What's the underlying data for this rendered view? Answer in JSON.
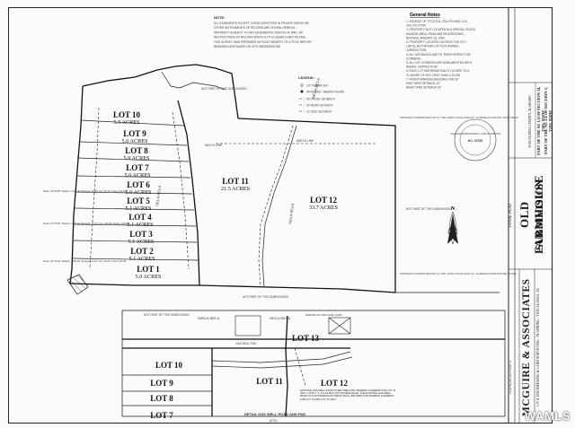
{
  "notes_heading": "NOTE:",
  "notes": [
    "ALL EASEMENTS EXCEPT THOSE IDENTIFIED IN PRIVATE DEEDS OR",
    "OTHER INSTRUMENTS OF RECORD ARE SHOWN HEREON.",
    "PROPERTY SUBJECT TO ANY EASEMENTS, RIGHTS OF WAY, OR",
    "RESTRICTIONS OF RECORD WHICH A TITLE SEARCH MAY REVEAL.",
    "THIS SURVEY WAS PREPARED WITHOUT BENEFIT OF A TITLE REPORT.",
    "BEARINGS ARE BASED ON GPS OBSERVATIONS."
  ],
  "general_notes_heading": "General Notes",
  "general_notes": [
    "1.  SOURCE OF TITLE D.B. 2014 PG 5802, D.B.",
    "    2021 PG 27097.",
    "2.  PROPERTY NOT LOCATED IN A SPECIAL FLOOD",
    "    HAZARD AREA, FEMA MAP #01125C0260G,",
    "    REVISED JANUARY 16, 2009.",
    "3.  PROPERTY LOCATED OUTSIDE THE CITY",
    "    LIMITS, BUT WITHIN CITY'S PLANNING",
    "    JURISDICTION.",
    "4.  ALL DISTANCES ARE TO THEIR RESPECTIVE",
    "    CORNERS.",
    "5.  ALL LOT CORNERS ARE MONUMENTED WITH",
    "    REBAR, CAPPED PLS#.",
    "6.  EACH LOT MATHEMATICALLY CLOSED TO A",
    "    CLOSURE OF NOT LESS THAN 1:10,000.",
    "7.  FRONT MINIMUM BUILDING LINE 30'",
    "    SIDE YARD SETBACK 10'",
    "    REAR YARD SETBACK 30'"
  ],
  "legend": {
    "heading": "LEGEND:",
    "items": [
      "1/2\" REBAR SET",
      "IRON PIPE / REBAR FOUND",
      "30' FRONT SETBACK",
      "30' REAR SETBACK",
      "10' SIDE SETBACK"
    ]
  },
  "lots": [
    {
      "name": "LOT 10",
      "acres": "5.5 ACRES"
    },
    {
      "name": "LOT 9",
      "acres": "5.0 ACRES"
    },
    {
      "name": "LOT 8",
      "acres": "5.0 ACRES"
    },
    {
      "name": "LOT 7",
      "acres": "5.0 ACRES"
    },
    {
      "name": "LOT 6",
      "acres": "5.0 ACRES"
    },
    {
      "name": "LOT 5",
      "acres": "5.1 ACRES"
    },
    {
      "name": "LOT 4",
      "acres": "5.1 ACRES"
    },
    {
      "name": "LOT 3",
      "acres": "5.1 ACRES"
    },
    {
      "name": "LOT 2",
      "acres": "5.1 ACRES"
    },
    {
      "name": "LOT 1",
      "acres": "5.0 ACRES"
    },
    {
      "name": "LOT 11",
      "acres": "21.5 ACRES"
    },
    {
      "name": "LOT 12",
      "acres": "33.7 ACRES"
    }
  ],
  "plat_labels": {
    "match_line": "MATCH LINE",
    "not_part": "NOT PART OF THIS SUBDIVISION",
    "ne_corner": "NORTHEAST CORNER SECTION 34, T18S, R10W TUSCALOOSA CO., ALABAMA (FOUND RAIL ROAD SPIKE)",
    "se_corner": "NORTHEAST CORNER SECTION 34, T18S, R10W TUSCALOOSA CO., ALABAMA (FOUND PAINTED STONE)",
    "curve_1": "Delta: 02°42'56\"  Radius: 1125.00'  Tangent: 26.66'  Arc: 53.33'  Chord: 53.32'",
    "curve_2": "Delta: 07°09'36\"  Radius: 1125.00'  Tangent: 70.37'  Arc: 140.59'  Chord: 140.50'",
    "curve_3": "Delta: 03°14'24\"  Radius: 1125.00'  Tangent: 31.81'  Arc: 63.60'  Chord: 63.59'",
    "quarter_a": "SE1/4-SE1/4",
    "quarter_b": "NE1/4-SE1/4"
  },
  "inset": {
    "lots": [
      "LOT 10",
      "LOT 9",
      "LOT 8",
      "LOT 7",
      "LOT 11",
      "LOT 12",
      "LOT 13"
    ],
    "quarter_a": "SW1/4-SE1/4",
    "quarter_b": "SE1/4-SE1/4",
    "caption": "DETAIL GAS WELL ROAD AND PAD",
    "caption_sub": "(NTS)",
    "gas_well_pad": "GAS WELL PAD",
    "road_note": "EXISTING GAS WELL ROAD TO BE USED FOR INGRESS & EGRESS FOR LOT 13 ONLY. LOTS 7, 8, 9 & 10 MAY NOT ACCESS ROAD. THE EXISTING GAS WELL ROAD AS IT EXTENDS EAST/WEST SHALL BE USED FOR INGRESS & EGRESS FOR LOT 11 AND LOT 12 ONLY.",
    "deed_ref": "DEED BOOK 2021 PAGE 12945",
    "not_part": "NOT PART OF THIS SUBDIVISION"
  },
  "title_block": {
    "firm": "MCGUIRE & ASSOCIATES",
    "firm_sub": "CIVIL ENGINEERING & LAND SURVEYING - PLANNING - TUSCALOOSA, AL",
    "plat_type": "FINAL PLAT",
    "subdivision_line1": "OLD FARMHOUSE",
    "subdivision_line2": "SUBDIVISION",
    "location_1": "PART OF THE SE 1/4 OF SECTION 34, T18S, R10W",
    "location_2": "PART OF THE NE 1/4 OF SECTION 3, T19S, R10W",
    "county": "TUSCALOOSA COUNTY, ALABAMA",
    "seal_text": "ALABAMA PROFESSIONAL LAND SURVEYOR",
    "seal_number": "NO. 32780",
    "watermark": "WAMLS",
    "recording_note": "PLAT BOOK 2021 PAGE 12"
  },
  "north_arrow": "N"
}
